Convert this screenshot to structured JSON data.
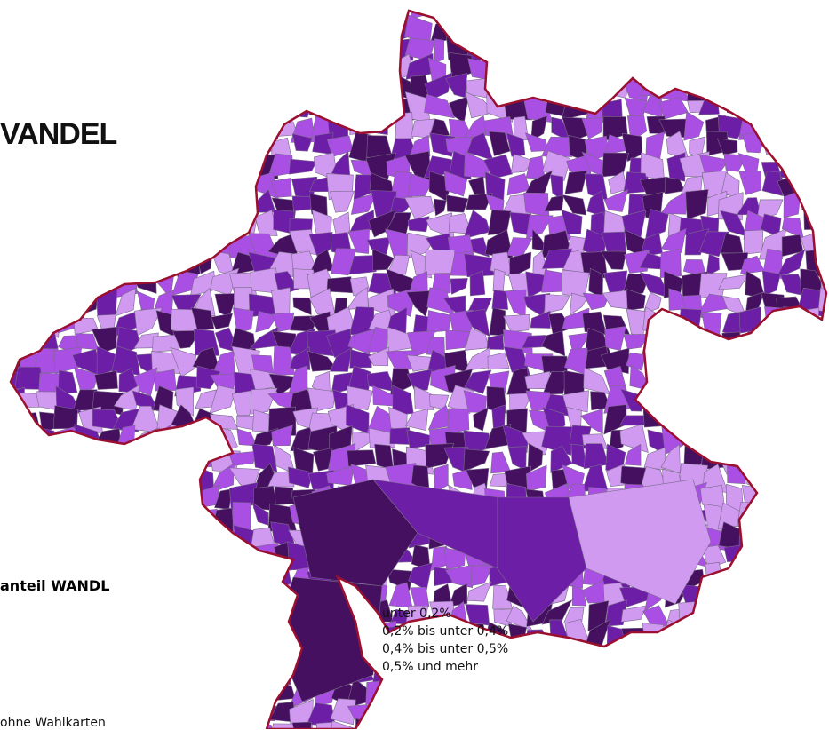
{
  "title": "VANDEL",
  "legend": {
    "title": "anteil WANDL",
    "items": [
      {
        "label": "unter 0,2%",
        "color": "#cf9af0"
      },
      {
        "label": "0,2% bis unter 0,4%",
        "color": "#a94fe4"
      },
      {
        "label": "0,4% bis unter 0,5%",
        "color": "#6d1ea6"
      },
      {
        "label": "0,5% und mehr",
        "color": "#45105f"
      }
    ]
  },
  "footnote": "ohne Wahlkarten",
  "colors": {
    "border": "#9b0f2f",
    "inner_lines": "#7a6a8a"
  }
}
